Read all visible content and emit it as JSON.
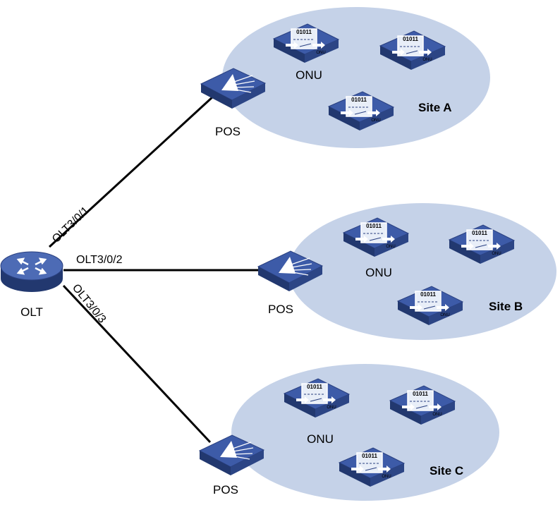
{
  "olt": {
    "label": "OLT"
  },
  "links": [
    {
      "port": "OLT3/0/1"
    },
    {
      "port": "OLT3/0/2"
    },
    {
      "port": "OLT3/0/3"
    }
  ],
  "sites": [
    {
      "name": "Site A",
      "pos_label": "POS",
      "onu_label": "ONU",
      "onu_text": [
        "01011",
        "01011",
        "01011"
      ],
      "onu_brand": "ONU"
    },
    {
      "name": "Site B",
      "pos_label": "POS",
      "onu_label": "ONU",
      "onu_text": [
        "01011",
        "01011",
        "01011"
      ],
      "onu_brand": "ONU"
    },
    {
      "name": "Site C",
      "pos_label": "POS",
      "onu_label": "ONU",
      "onu_text": [
        "01011",
        "01011",
        "01011"
      ],
      "onu_brand": "ONU"
    }
  ],
  "colors": {
    "ellipse": "#c5d2e8",
    "device_top": "#3d5ba8",
    "device_side": "#22386f",
    "link": "#000000"
  }
}
